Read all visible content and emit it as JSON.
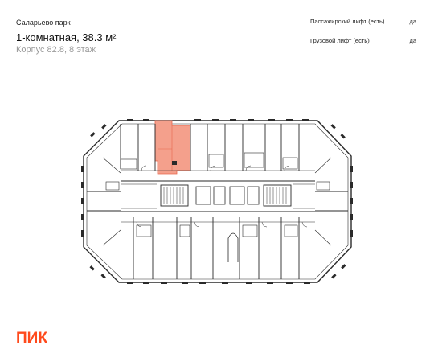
{
  "header": {
    "project_name": "Саларьево парк",
    "apartment_title": "1-комнатная, 38.3 м²",
    "building_floor": "Корпус 82.8, 8 этаж"
  },
  "features": [
    {
      "label": "Пассажирский лифт (есть)",
      "value": "да"
    },
    {
      "label": "Грузовой лифт (есть)",
      "value": "да"
    }
  ],
  "floor_plan": {
    "highlight_color": "#f4a08c",
    "highlight_stroke": "#e8674d",
    "line_color": "#2a2a2a"
  },
  "brand": {
    "logo_text": "ПИК",
    "color": "#ff4a1c"
  }
}
